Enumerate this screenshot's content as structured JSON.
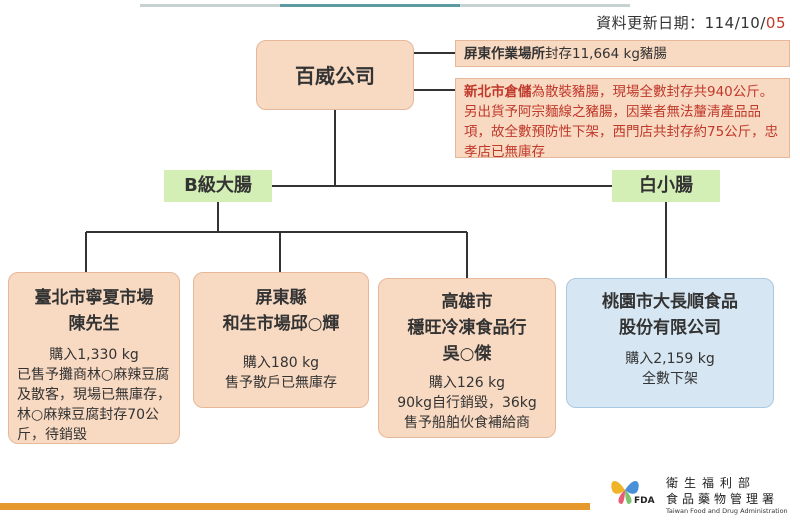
{
  "header": {
    "update_label": "資料更新日期：114/10/",
    "update_day": "05"
  },
  "company": {
    "name": "百威公司"
  },
  "notes": {
    "note1_bold": "屏東作業場所",
    "note1_rest": "封存11,664 kg豬腸",
    "note2_bold": "新北市倉儲",
    "note2_rest": "為散裝豬腸，現場全數封存共940公斤。另出貨予阿宗麵線之豬腸，因業者無法釐清產品品項，故全數預防性下架，西門店共封存約75公斤，忠孝店已無庫存"
  },
  "categories": {
    "b_grade": "B級大腸",
    "white": "白小腸"
  },
  "stores": [
    {
      "title_line1": "臺北市寧夏市場",
      "title_line2": "陳先生",
      "purchase": "購入1,330 kg",
      "detail": "已售予攤商林○麻辣豆腐及散客，現場已無庫存，林○麻辣豆腐封存70公斤，待銷毀"
    },
    {
      "title_line1": "屏東縣",
      "title_line2": "和生市場邱○輝",
      "purchase": "購入180 kg",
      "detail": "售予散戶已無庫存"
    },
    {
      "title_line1": "高雄市",
      "title_line2": "穩旺冷凍食品行",
      "title_line3": "吳○傑",
      "purchase": "購入126 kg",
      "detail_line1": "90kg自行銷毀，36kg",
      "detail_line2": "售予船舶伙食補給商"
    },
    {
      "title_line1": "桃園市大長順食品",
      "title_line2": "股份有限公司",
      "purchase": "購入2,159 kg",
      "detail": "全數下架"
    }
  ],
  "logo": {
    "cn_line1": "衛生福利部",
    "cn_line2": "食品藥物管理署",
    "en": "Taiwan Food and Drug Administration",
    "abbr": "FDA"
  },
  "colors": {
    "peach": "#f8d9c2",
    "blue": "#d6e6f3",
    "green": "#d4efb5",
    "red_text": "#c0392b",
    "accent_orange": "#e69a2e"
  }
}
